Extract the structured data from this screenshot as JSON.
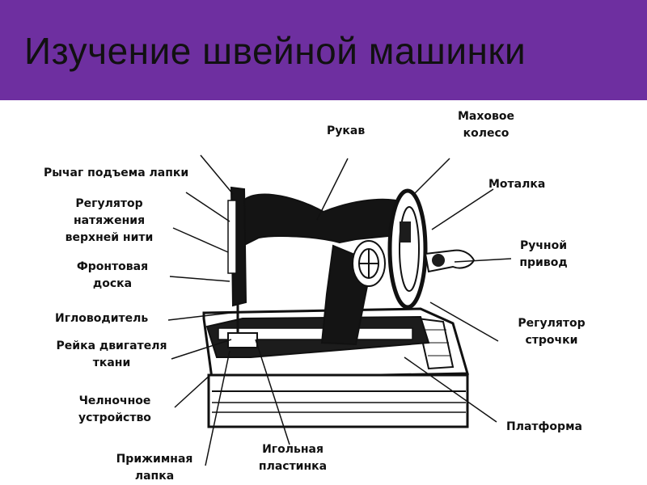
{
  "slide": {
    "title": "Изучение швейной машинки",
    "accent_color": "#6e2fa0"
  },
  "parts": {
    "arm": "Рукав",
    "handwheel_l1": "Маховое",
    "handwheel_l2": "колесо",
    "presser_lever": "Рычаг подъема лапки",
    "bobbin_winder": "Моталка",
    "tension_l1": "Регулятор",
    "tension_l2": "натяжения",
    "tension_l3": "верхней нити",
    "hand_drive_l1": "Ручной",
    "hand_drive_l2": "привод",
    "face_plate_l1": "Фронтовая",
    "face_plate_l2": "доска",
    "needle_bar": "Игловодитель",
    "stitch_reg_l1": "Регулятор",
    "stitch_reg_l2": "строчки",
    "feed_dog_l1": "Рейка двигателя",
    "feed_dog_l2": "ткани",
    "shuttle_l1": "Челночное",
    "shuttle_l2": "устройство",
    "platform": "Платформа",
    "needle_plate_l1": "Игольная",
    "needle_plate_l2": "пластинка",
    "presser_foot_l1": "Прижимная",
    "presser_foot_l2": "лапка"
  }
}
